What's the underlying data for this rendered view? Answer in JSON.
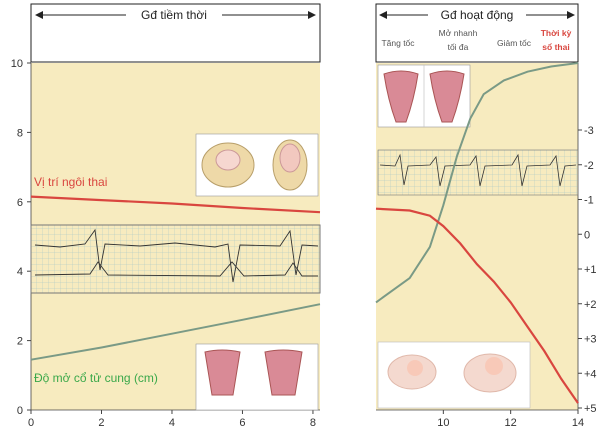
{
  "chart_data": [
    {
      "type": "line",
      "title": "Gđ tiềm thời",
      "x_ticks": [
        0,
        2,
        4,
        6,
        8
      ],
      "y_ticks": [
        0,
        2,
        4,
        6,
        8,
        10
      ],
      "xlim": [
        0,
        8.2
      ],
      "ylim": [
        0,
        10
      ],
      "grid": false,
      "series": [
        {
          "name": "Vị trí ngôi thai",
          "color": "#d9463f",
          "x": [
            0,
            2,
            4,
            6,
            8.2
          ],
          "y": [
            6.15,
            6.05,
            5.95,
            5.82,
            5.7
          ]
        },
        {
          "name": "Độ mở cổ tử cung (cm)",
          "color": "#7a9a86",
          "x": [
            0,
            2,
            4,
            6,
            8.2
          ],
          "y": [
            1.45,
            1.8,
            2.2,
            2.6,
            3.05
          ]
        }
      ],
      "series_label_colors": [
        "#d9463f",
        "#3aa84a"
      ]
    },
    {
      "type": "line",
      "title": "Gđ hoạt động",
      "phases": [
        "Tăng tốc",
        "Mở nhanh\ntối đa",
        "Giảm tốc",
        "Thời kỳ\nsổ thai"
      ],
      "phase_colors": [
        "#555555",
        "#555555",
        "#555555",
        "#d9463f"
      ],
      "x_ticks": [
        10,
        12,
        14
      ],
      "xlim": [
        8,
        14
      ],
      "ylim": [
        0,
        10
      ],
      "right_ticks": [
        "-3",
        "-2",
        "-1",
        "0",
        "+1",
        "+2",
        "+3",
        "+4",
        "+5"
      ],
      "grid": false,
      "series": [
        {
          "color": "#7a9a86",
          "x": [
            8,
            9,
            9.6,
            10,
            10.4,
            10.8,
            11.2,
            11.8,
            12.5,
            13.2,
            14
          ],
          "y": [
            3.1,
            3.8,
            4.7,
            5.9,
            7.3,
            8.4,
            9.1,
            9.5,
            9.75,
            9.9,
            10
          ]
        },
        {
          "color": "#d9463f",
          "x": [
            8,
            9,
            9.6,
            10,
            10.5,
            11,
            11.5,
            12,
            12.5,
            13,
            13.5,
            14
          ],
          "y": [
            5.8,
            5.75,
            5.6,
            5.3,
            4.8,
            4.2,
            3.7,
            3.1,
            2.4,
            1.7,
            0.9,
            0.2
          ]
        }
      ]
    }
  ],
  "figures": {
    "pelvis": "pelvis-illustration",
    "ctg": "cardiotocography-trace",
    "cervix": "cervix-illustration",
    "uterus": "uterus-illustration",
    "birth": "fetal-descent-illustration"
  }
}
